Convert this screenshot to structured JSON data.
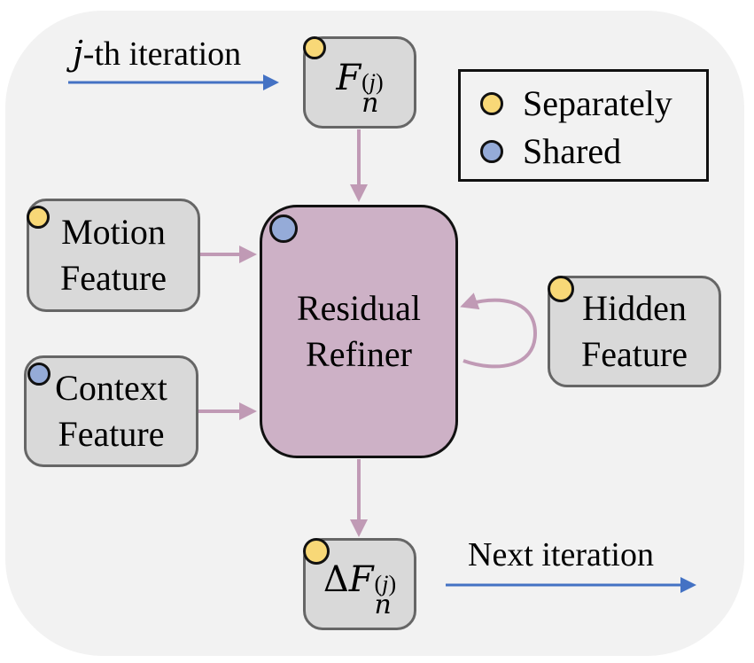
{
  "diagram": {
    "title": "Residual Refiner iteration diagram",
    "colors": {
      "background": "#f2f2f2",
      "box_fill": "#d9d9d9",
      "box_border": "#666666",
      "refiner_fill": "#cdb1c6",
      "flow_arrow": "#4472c4",
      "data_arrow": "#c09ab5",
      "separately_dot": "#f8d877",
      "shared_dot": "#95abd8"
    },
    "legend": {
      "items": [
        {
          "label": "Separately",
          "marker": "yellow-circle"
        },
        {
          "label": "Shared",
          "marker": "blue-circle"
        }
      ]
    },
    "iteration_in_label": {
      "italic": "j",
      "rest": "-th iteration"
    },
    "iteration_out_label": "Next iteration",
    "input_state": {
      "base": "F",
      "sub": "n",
      "sup_open": "(",
      "sup_var": "j",
      "sup_close": ")",
      "marker": "separately"
    },
    "output_state": {
      "prefix": "Δ",
      "base": "F",
      "sub": "n",
      "sup_open": "(",
      "sup_var": "j",
      "sup_close": ")",
      "marker": "separately"
    },
    "motion": {
      "line1": "Motion",
      "line2": "Feature",
      "marker": "separately"
    },
    "context": {
      "line1": "Context",
      "line2": "Feature",
      "marker": "shared"
    },
    "hidden": {
      "line1": "Hidden",
      "line2": "Feature",
      "marker": "separately"
    },
    "refiner": {
      "line1": "Residual",
      "line2": "Refiner",
      "marker": "shared"
    }
  }
}
